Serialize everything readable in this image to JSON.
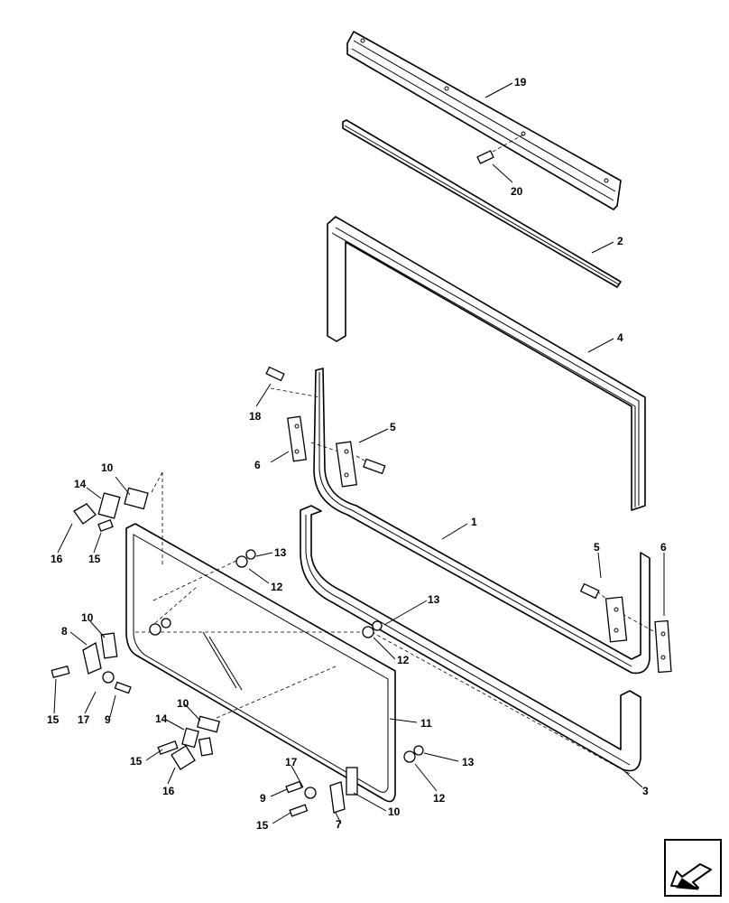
{
  "diagram": {
    "callouts": [
      {
        "id": "c19",
        "text": "19"
      },
      {
        "id": "c20",
        "text": "20"
      },
      {
        "id": "c2",
        "text": "2"
      },
      {
        "id": "c4",
        "text": "4"
      },
      {
        "id": "c18",
        "text": "18"
      },
      {
        "id": "c5a",
        "text": "5"
      },
      {
        "id": "c6a",
        "text": "6"
      },
      {
        "id": "c1",
        "text": "1"
      },
      {
        "id": "c10a",
        "text": "10"
      },
      {
        "id": "c14a",
        "text": "14"
      },
      {
        "id": "c16a",
        "text": "16"
      },
      {
        "id": "c15a",
        "text": "15"
      },
      {
        "id": "c13a",
        "text": "13"
      },
      {
        "id": "c12a",
        "text": "12"
      },
      {
        "id": "c5b",
        "text": "5"
      },
      {
        "id": "c6b",
        "text": "6"
      },
      {
        "id": "c8",
        "text": "8"
      },
      {
        "id": "c10b",
        "text": "10"
      },
      {
        "id": "c13b",
        "text": "13"
      },
      {
        "id": "c12b",
        "text": "12"
      },
      {
        "id": "c15b",
        "text": "15"
      },
      {
        "id": "c17a",
        "text": "17"
      },
      {
        "id": "c9a",
        "text": "9"
      },
      {
        "id": "c10c",
        "text": "10"
      },
      {
        "id": "c14b",
        "text": "14"
      },
      {
        "id": "c11",
        "text": "11"
      },
      {
        "id": "c15c",
        "text": "15"
      },
      {
        "id": "c16b",
        "text": "16"
      },
      {
        "id": "c17b",
        "text": "17"
      },
      {
        "id": "c13c",
        "text": "13"
      },
      {
        "id": "c9b",
        "text": "9"
      },
      {
        "id": "c12c",
        "text": "12"
      },
      {
        "id": "c3",
        "text": "3"
      },
      {
        "id": "c15d",
        "text": "15"
      },
      {
        "id": "c10d",
        "text": "10"
      },
      {
        "id": "c7",
        "text": "7"
      }
    ]
  },
  "navigation": {
    "icon": "next-page-arrow-icon"
  }
}
